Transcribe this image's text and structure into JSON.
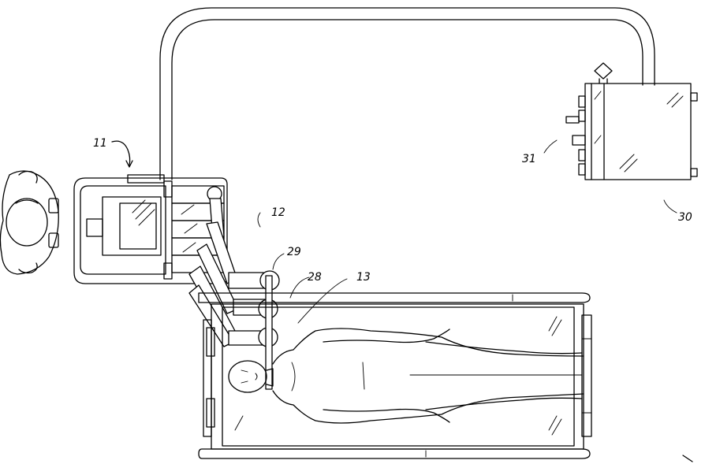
{
  "labels": {
    "surgeon_console": "11",
    "patient_side_cart": "12",
    "patient": "13",
    "manipulator_arm": "28",
    "instrument": "29",
    "control_system": "30",
    "control_unit": "31"
  },
  "colors": {
    "line": "#000000",
    "background": "#ffffff"
  }
}
